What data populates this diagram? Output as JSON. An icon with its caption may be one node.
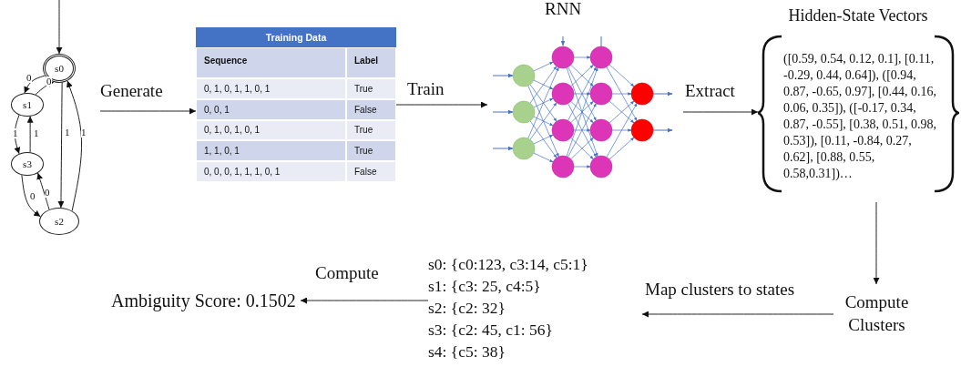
{
  "diagram": {
    "nodes": [
      {
        "text": [
          "s0"
        ]
      },
      {
        "text": [
          "s1"
        ]
      },
      {
        "text": [
          "s3"
        ]
      },
      {
        "text": [
          "s2"
        ]
      },
      {
        "text": [
          "Training Data"
        ]
      },
      {
        "text": [
          "RNN"
        ]
      },
      {
        "text": [
          "Hidden-State Vectors",
          "([0.59, 0.54, 0.12, 0.1], [0.11, -0.29, 0.44, 0.64]), ([0.94, 0.87, -0.65, 0.97], [0.44, 0.16, 0.06, 0.35]), ([-0.17, 0.34, 0.87, -0.55], [0.38, 0.51, 0.98, 0.53]), [0.11, -0.84, 0.27, 0.62], [0.88, 0.55, 0.58,0.31])…"
        ]
      },
      {
        "text": [
          "Compute Clusters"
        ]
      },
      {
        "text": [
          "s0: {c0:123, c3:14, c5:1}",
          "s1: {c3: 25, c4:5}",
          "s2: {c2: 32}",
          "s3: {c2: 45, c1: 56}",
          "s4: {c5: 38}"
        ]
      },
      {
        "text": [
          "Ambiguity Score: 0.1502"
        ]
      }
    ],
    "edges": [
      {
        "from": null,
        "to": 0,
        "arrow": "to"
      },
      {
        "from": 0,
        "to": 1,
        "label": "0",
        "arrow": "to"
      },
      {
        "from": 1,
        "to": 0,
        "label": "0",
        "arrow": "to"
      },
      {
        "from": 1,
        "to": 2,
        "label": "1",
        "arrow": "to"
      },
      {
        "from": 2,
        "to": 1,
        "label": "1",
        "arrow": "to"
      },
      {
        "from": 2,
        "to": 3,
        "label": "0",
        "arrow": "to"
      },
      {
        "from": 3,
        "to": 2,
        "label": "0",
        "arrow": "to"
      },
      {
        "from": 0,
        "to": 3,
        "label": "1",
        "arrow": "to"
      },
      {
        "from": 3,
        "to": 0,
        "label": "1",
        "arrow": "to"
      },
      {
        "from": null,
        "to": 4,
        "label": "Generate",
        "arrow": "to"
      },
      {
        "from": 4,
        "to": 5,
        "label": "Train",
        "arrow": "to"
      },
      {
        "from": 5,
        "to": 6,
        "label": "Extract",
        "arrow": "to"
      },
      {
        "from": 6,
        "to": 7,
        "arrow": "to"
      },
      {
        "from": 7,
        "to": 8,
        "label": "Map clusters to states",
        "arrow": "to"
      },
      {
        "from": 8,
        "to": 9,
        "label": "Compute",
        "arrow": "to"
      }
    ],
    "labels": [
      "Sequence",
      "Label",
      "0, 1, 0, 1, 1, 0, 1",
      "True",
      "0, 0, 1",
      "False",
      "0, 1, 0, 1, 0, 1",
      "True",
      "1, 1, 0, 1",
      "True",
      "0, 0, 0, 1, 1, 1, 0, 1",
      "False"
    ]
  }
}
